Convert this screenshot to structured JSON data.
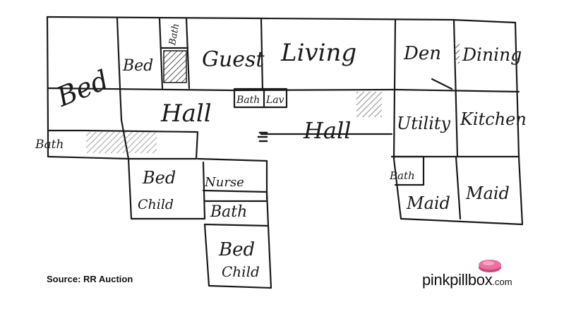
{
  "rooms": {
    "bed_left": "Bed",
    "bed_top": "Bed",
    "bath_top": "Bath",
    "guest": "Guest",
    "living": "Living",
    "den": "Den",
    "dining": "Dining",
    "hall_left": "Hall",
    "bath_mid": "Bath",
    "lav": "Lav",
    "hall_right": "Hall",
    "utility": "Utility",
    "kitchen": "Kitchen",
    "bath_left": "Bath",
    "bed_child1_a": "Bed",
    "bed_child1_b": "Child",
    "nurse": "Nurse",
    "bath_nurse": "Bath",
    "bed_child2_a": "Bed",
    "bed_child2_b": "Child",
    "bath_maid": "Bath",
    "maid1": "Maid",
    "maid2": "Maid"
  },
  "caption": "Source: RR Auction",
  "logo": {
    "brand": "pinkpillbox",
    "tld": ".com"
  },
  "colors": {
    "ink": "#1a1a1a",
    "pill": "#f06fa0",
    "hatch": "#555555"
  }
}
